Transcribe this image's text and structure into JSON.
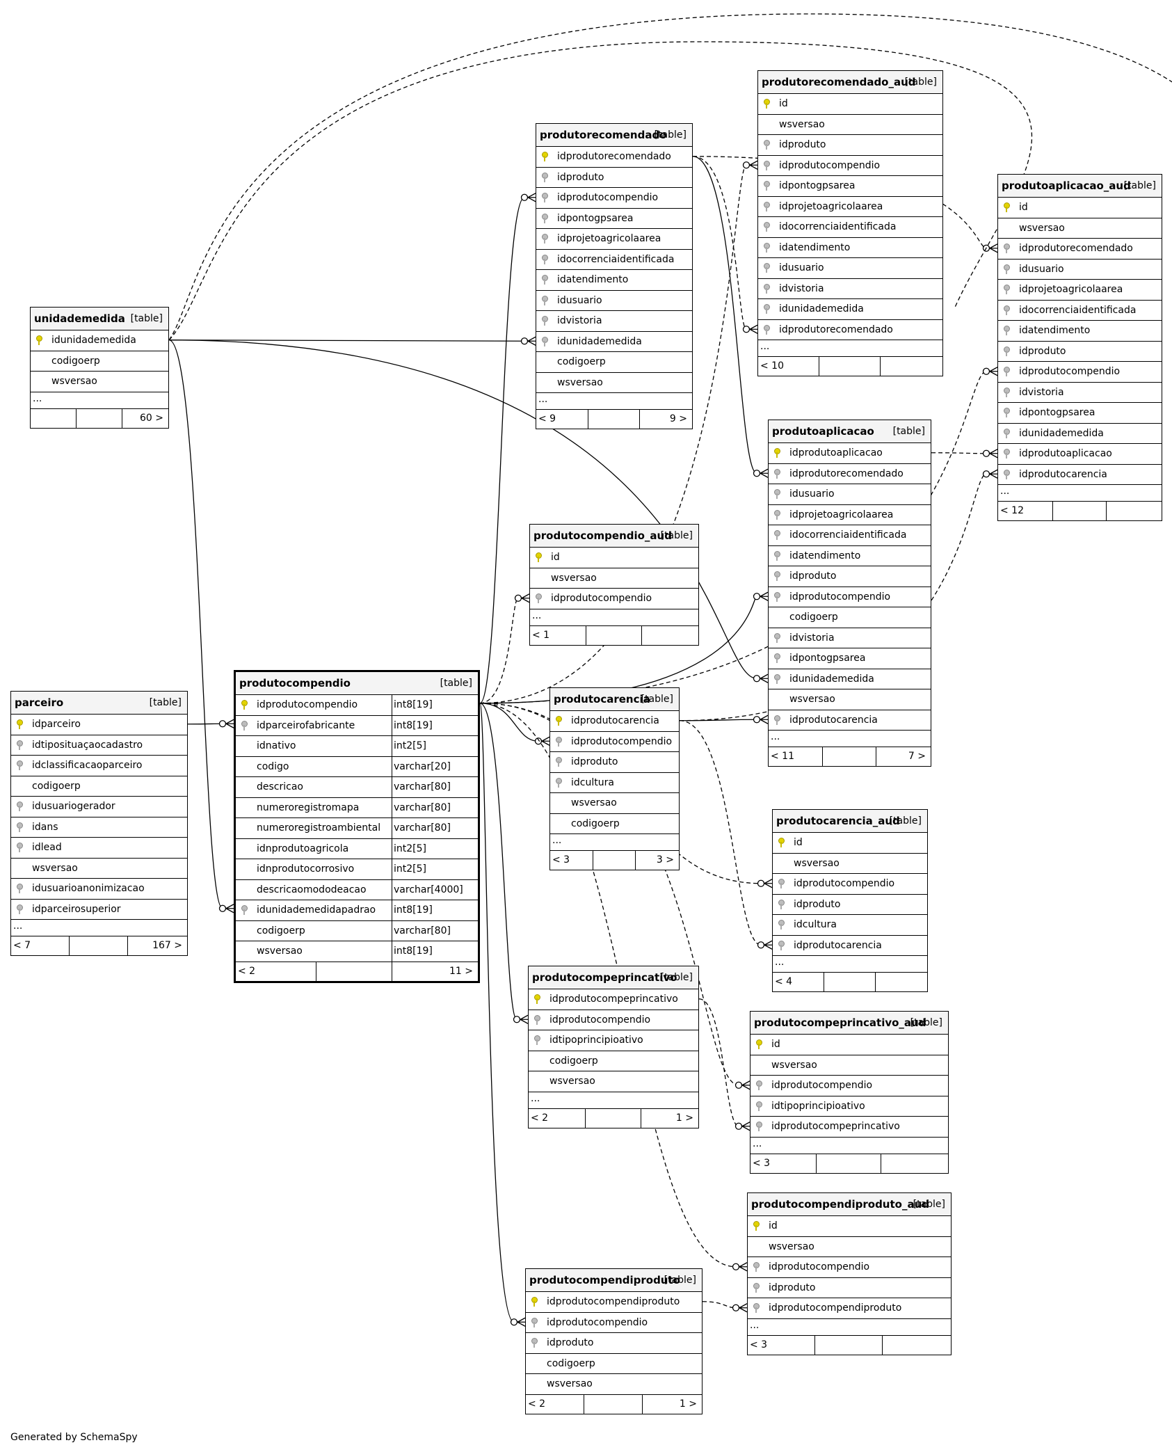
{
  "credit": "Generated by SchemaSpy",
  "colors": {
    "pk_key": "#e3d400",
    "fk_key": "#bdbdbd",
    "header_bg": "#f4f4f4"
  },
  "tables": [
    {
      "name": "unidademedida",
      "type": "[table]",
      "columns": [
        {
          "name": "idunidademedida",
          "key": "pk"
        },
        {
          "name": "codigoerp",
          "key": ""
        },
        {
          "name": "wsversao",
          "key": ""
        }
      ],
      "ellipsis": "...",
      "footer": {
        "left": "",
        "right": "60 >"
      }
    },
    {
      "name": "parceiro",
      "type": "[table]",
      "columns": [
        {
          "name": "idparceiro",
          "key": "pk"
        },
        {
          "name": "idtiposituaçaocadastro",
          "key": "fk"
        },
        {
          "name": "idclassificacaoparceiro",
          "key": "fk"
        },
        {
          "name": "codigoerp",
          "key": ""
        },
        {
          "name": "idusuariogerador",
          "key": "fk"
        },
        {
          "name": "idans",
          "key": "fk"
        },
        {
          "name": "idlead",
          "key": "fk"
        },
        {
          "name": "wsversao",
          "key": ""
        },
        {
          "name": "idusuarioanonimizacao",
          "key": "fk"
        },
        {
          "name": "idparceirosuperior",
          "key": "fk"
        }
      ],
      "ellipsis": "...",
      "footer": {
        "left": "< 7",
        "right": "167 >"
      }
    },
    {
      "name": "produtocompendio",
      "type": "[table]",
      "focus": true,
      "columns": [
        {
          "name": "idprodutocompendio",
          "key": "pk",
          "dtype": "int8[19]"
        },
        {
          "name": "idparceirofabricante",
          "key": "fk",
          "dtype": "int8[19]"
        },
        {
          "name": "idnativo",
          "key": "",
          "dtype": "int2[5]"
        },
        {
          "name": "codigo",
          "key": "",
          "dtype": "varchar[20]"
        },
        {
          "name": "descricao",
          "key": "",
          "dtype": "varchar[80]"
        },
        {
          "name": "numeroregistromapa",
          "key": "",
          "dtype": "varchar[80]"
        },
        {
          "name": "numeroregistroambiental",
          "key": "",
          "dtype": "varchar[80]"
        },
        {
          "name": "idnprodutoagricola",
          "key": "",
          "dtype": "int2[5]"
        },
        {
          "name": "idnprodutocorrosivo",
          "key": "",
          "dtype": "int2[5]"
        },
        {
          "name": "descricaomododeacao",
          "key": "",
          "dtype": "varchar[4000]"
        },
        {
          "name": "idunidademedidapadrao",
          "key": "fk",
          "dtype": "int8[19]"
        },
        {
          "name": "codigoerp",
          "key": "",
          "dtype": "varchar[80]"
        },
        {
          "name": "wsversao",
          "key": "",
          "dtype": "int8[19]"
        }
      ],
      "footer": {
        "left": "< 2",
        "right": "11 >"
      }
    },
    {
      "name": "produtorecomendado",
      "type": "[table]",
      "columns": [
        {
          "name": "idprodutorecomendado",
          "key": "pk"
        },
        {
          "name": "idproduto",
          "key": "fk"
        },
        {
          "name": "idprodutocompendio",
          "key": "fk"
        },
        {
          "name": "idpontogpsarea",
          "key": "fk"
        },
        {
          "name": "idprojetoagricolaarea",
          "key": "fk"
        },
        {
          "name": "idocorrenciaidentificada",
          "key": "fk"
        },
        {
          "name": "idatendimento",
          "key": "fk"
        },
        {
          "name": "idusuario",
          "key": "fk"
        },
        {
          "name": "idvistoria",
          "key": "fk"
        },
        {
          "name": "idunidademedida",
          "key": "fk"
        },
        {
          "name": "codigoerp",
          "key": ""
        },
        {
          "name": "wsversao",
          "key": ""
        }
      ],
      "ellipsis": "...",
      "footer": {
        "left": "< 9",
        "right": "9 >"
      }
    },
    {
      "name": "produtorecomendado_aud",
      "type": "[table]",
      "columns": [
        {
          "name": "id",
          "key": "pk"
        },
        {
          "name": "wsversao",
          "key": ""
        },
        {
          "name": "idproduto",
          "key": "fk"
        },
        {
          "name": "idprodutocompendio",
          "key": "fk"
        },
        {
          "name": "idpontogpsarea",
          "key": "fk"
        },
        {
          "name": "idprojetoagricolaarea",
          "key": "fk"
        },
        {
          "name": "idocorrenciaidentificada",
          "key": "fk"
        },
        {
          "name": "idatendimento",
          "key": "fk"
        },
        {
          "name": "idusuario",
          "key": "fk"
        },
        {
          "name": "idvistoria",
          "key": "fk"
        },
        {
          "name": "idunidademedida",
          "key": "fk"
        },
        {
          "name": "idprodutorecomendado",
          "key": "fk"
        }
      ],
      "ellipsis": "...",
      "footer": {
        "left": "< 10",
        "right": ""
      }
    },
    {
      "name": "produtoaplicacao_aud",
      "type": "[table]",
      "columns": [
        {
          "name": "id",
          "key": "pk"
        },
        {
          "name": "wsversao",
          "key": ""
        },
        {
          "name": "idprodutorecomendado",
          "key": "fk"
        },
        {
          "name": "idusuario",
          "key": "fk"
        },
        {
          "name": "idprojetoagricolaarea",
          "key": "fk"
        },
        {
          "name": "idocorrenciaidentificada",
          "key": "fk"
        },
        {
          "name": "idatendimento",
          "key": "fk"
        },
        {
          "name": "idproduto",
          "key": "fk"
        },
        {
          "name": "idprodutocompendio",
          "key": "fk"
        },
        {
          "name": "idvistoria",
          "key": "fk"
        },
        {
          "name": "idpontogpsarea",
          "key": "fk"
        },
        {
          "name": "idunidademedida",
          "key": "fk"
        },
        {
          "name": "idprodutoaplicacao",
          "key": "fk"
        },
        {
          "name": "idprodutocarencia",
          "key": "fk"
        }
      ],
      "ellipsis": "...",
      "footer": {
        "left": "< 12",
        "right": ""
      }
    },
    {
      "name": "produtoaplicacao",
      "type": "[table]",
      "columns": [
        {
          "name": "idprodutoaplicacao",
          "key": "pk"
        },
        {
          "name": "idprodutorecomendado",
          "key": "fk"
        },
        {
          "name": "idusuario",
          "key": "fk"
        },
        {
          "name": "idprojetoagricolaarea",
          "key": "fk"
        },
        {
          "name": "idocorrenciaidentificada",
          "key": "fk"
        },
        {
          "name": "idatendimento",
          "key": "fk"
        },
        {
          "name": "idproduto",
          "key": "fk"
        },
        {
          "name": "idprodutocompendio",
          "key": "fk"
        },
        {
          "name": "codigoerp",
          "key": ""
        },
        {
          "name": "idvistoria",
          "key": "fk"
        },
        {
          "name": "idpontogpsarea",
          "key": "fk"
        },
        {
          "name": "idunidademedida",
          "key": "fk"
        },
        {
          "name": "wsversao",
          "key": ""
        },
        {
          "name": "idprodutocarencia",
          "key": "fk"
        }
      ],
      "ellipsis": "...",
      "footer": {
        "left": "< 11",
        "right": "7 >"
      }
    },
    {
      "name": "produtocompendio_aud",
      "type": "[table]",
      "columns": [
        {
          "name": "id",
          "key": "pk"
        },
        {
          "name": "wsversao",
          "key": ""
        },
        {
          "name": "idprodutocompendio",
          "key": "fk"
        }
      ],
      "ellipsis": "...",
      "footer": {
        "left": "< 1",
        "right": ""
      }
    },
    {
      "name": "produtocarencia",
      "type": "[table]",
      "columns": [
        {
          "name": "idprodutocarencia",
          "key": "pk"
        },
        {
          "name": "idprodutocompendio",
          "key": "fk"
        },
        {
          "name": "idproduto",
          "key": "fk"
        },
        {
          "name": "idcultura",
          "key": "fk"
        },
        {
          "name": "wsversao",
          "key": ""
        },
        {
          "name": "codigoerp",
          "key": ""
        }
      ],
      "ellipsis": "...",
      "footer": {
        "left": "< 3",
        "right": "3 >"
      }
    },
    {
      "name": "produtocarencia_aud",
      "type": "[table]",
      "columns": [
        {
          "name": "id",
          "key": "pk"
        },
        {
          "name": "wsversao",
          "key": ""
        },
        {
          "name": "idprodutocompendio",
          "key": "fk"
        },
        {
          "name": "idproduto",
          "key": "fk"
        },
        {
          "name": "idcultura",
          "key": "fk"
        },
        {
          "name": "idprodutocarencia",
          "key": "fk"
        }
      ],
      "ellipsis": "...",
      "footer": {
        "left": "< 4",
        "right": ""
      }
    },
    {
      "name": "produtocompeprincativo",
      "type": "[table]",
      "columns": [
        {
          "name": "idprodutocompeprincativo",
          "key": "pk"
        },
        {
          "name": "idprodutocompendio",
          "key": "fk"
        },
        {
          "name": "idtipoprincipioativo",
          "key": "fk"
        },
        {
          "name": "codigoerp",
          "key": ""
        },
        {
          "name": "wsversao",
          "key": ""
        }
      ],
      "ellipsis": "...",
      "footer": {
        "left": "< 2",
        "right": "1 >"
      }
    },
    {
      "name": "produtocompeprincativo_aud",
      "type": "[table]",
      "columns": [
        {
          "name": "id",
          "key": "pk"
        },
        {
          "name": "wsversao",
          "key": ""
        },
        {
          "name": "idprodutocompendio",
          "key": "fk"
        },
        {
          "name": "idtipoprincipioativo",
          "key": "fk"
        },
        {
          "name": "idprodutocompeprincativo",
          "key": "fk"
        }
      ],
      "ellipsis": "...",
      "footer": {
        "left": "< 3",
        "right": ""
      }
    },
    {
      "name": "produtocompendiproduto_aud",
      "type": "[table]",
      "columns": [
        {
          "name": "id",
          "key": "pk"
        },
        {
          "name": "wsversao",
          "key": ""
        },
        {
          "name": "idprodutocompendio",
          "key": "fk"
        },
        {
          "name": "idproduto",
          "key": "fk"
        },
        {
          "name": "idprodutocompendiproduto",
          "key": "fk"
        }
      ],
      "ellipsis": "...",
      "footer": {
        "left": "< 3",
        "right": ""
      }
    },
    {
      "name": "produtocompendiproduto",
      "type": "[table]",
      "columns": [
        {
          "name": "idprodutocompendiproduto",
          "key": "pk"
        },
        {
          "name": "idprodutocompendio",
          "key": "fk"
        },
        {
          "name": "idproduto",
          "key": "fk"
        },
        {
          "name": "codigoerp",
          "key": ""
        },
        {
          "name": "wsversao",
          "key": ""
        }
      ],
      "footer": {
        "left": "< 2",
        "right": "1 >"
      }
    }
  ]
}
